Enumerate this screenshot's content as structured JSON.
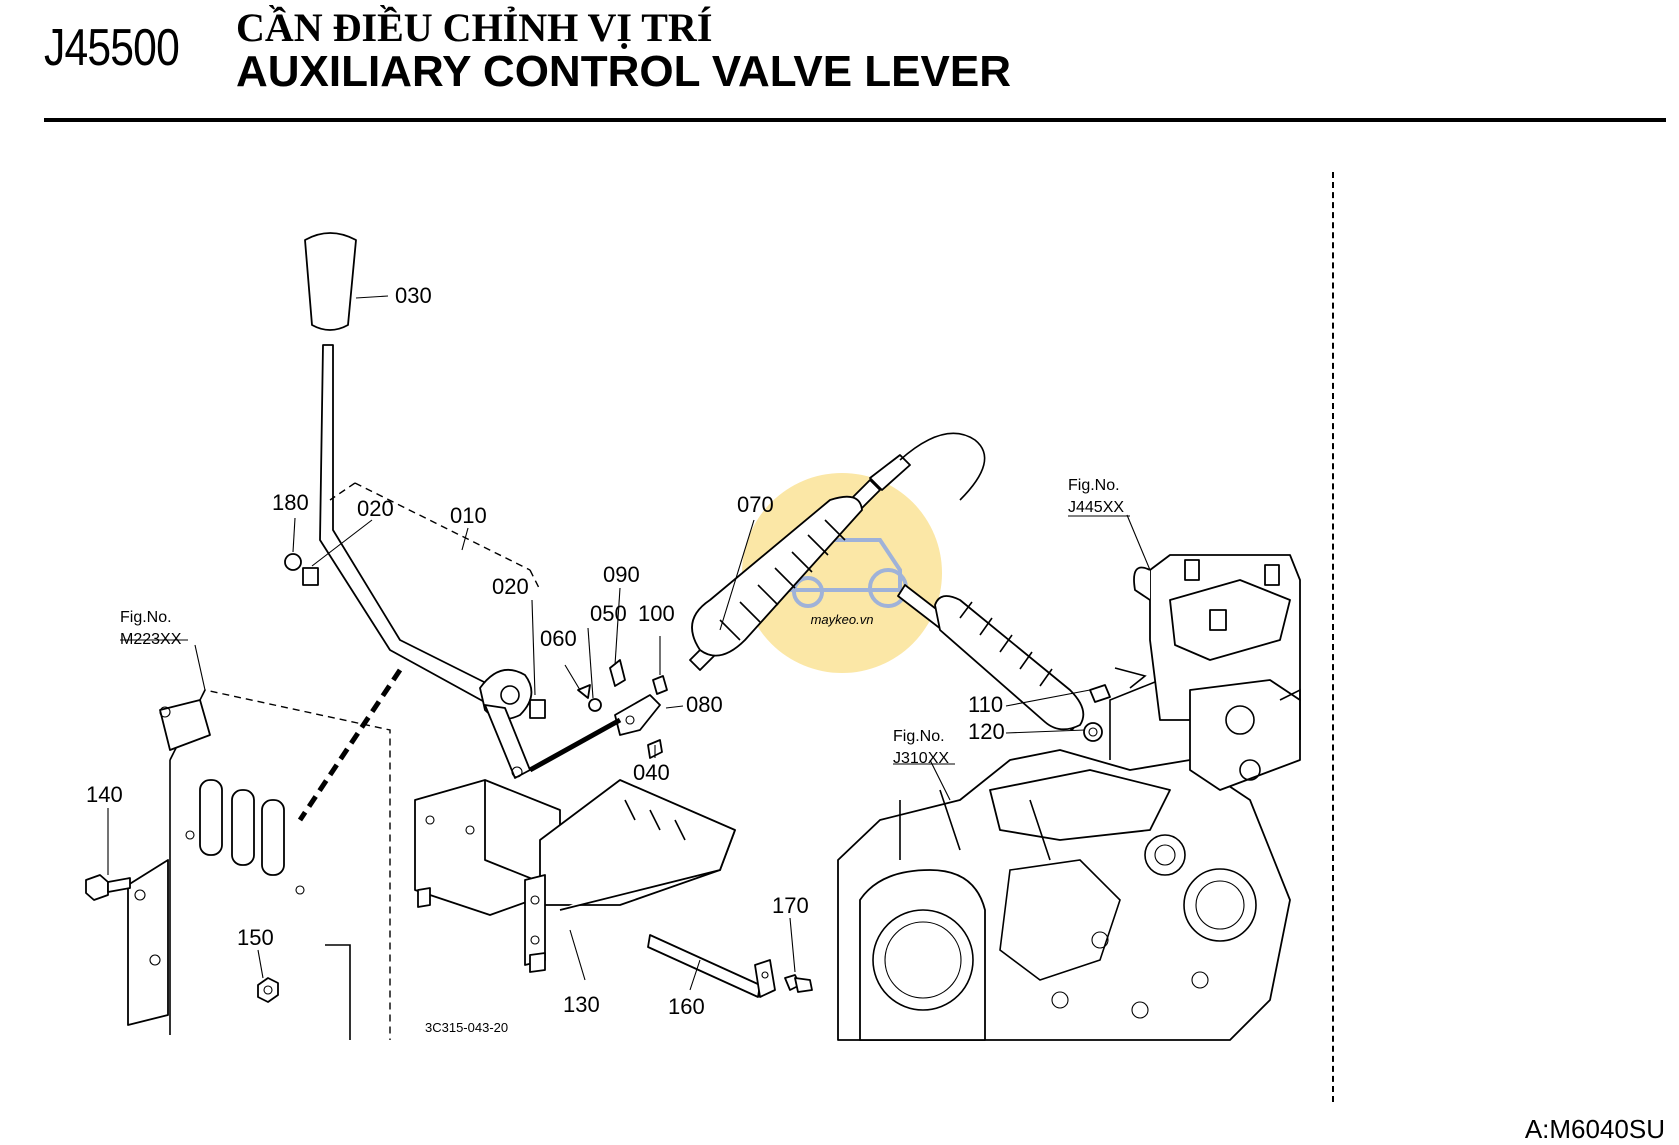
{
  "header": {
    "code": "J45500",
    "title_vn": "CẦN ĐIỀU CHỈNH VỊ TRÍ",
    "title_en": "AUXILIARY CONTROL VALVE LEVER"
  },
  "footer": {
    "model": "A:M6040SU"
  },
  "diagram": {
    "drawing_number": "3C315-043-20",
    "watermark": "maykeo.vn",
    "labels": {
      "p010": "010",
      "p020a": "020",
      "p020b": "020",
      "p030": "030",
      "p040": "040",
      "p050": "050",
      "p060": "060",
      "p070": "070",
      "p080": "080",
      "p090": "090",
      "p100": "100",
      "p110": "110",
      "p120": "120",
      "p130": "130",
      "p140": "140",
      "p150": "150",
      "p160": "160",
      "p170": "170",
      "p180": "180"
    },
    "fig_refs": {
      "m223_head": "Fig.No.",
      "m223": "M223XX",
      "j445_head": "Fig.No.",
      "j445": "J445XX",
      "j310_head": "Fig.No.",
      "j310": "J310XX"
    }
  }
}
